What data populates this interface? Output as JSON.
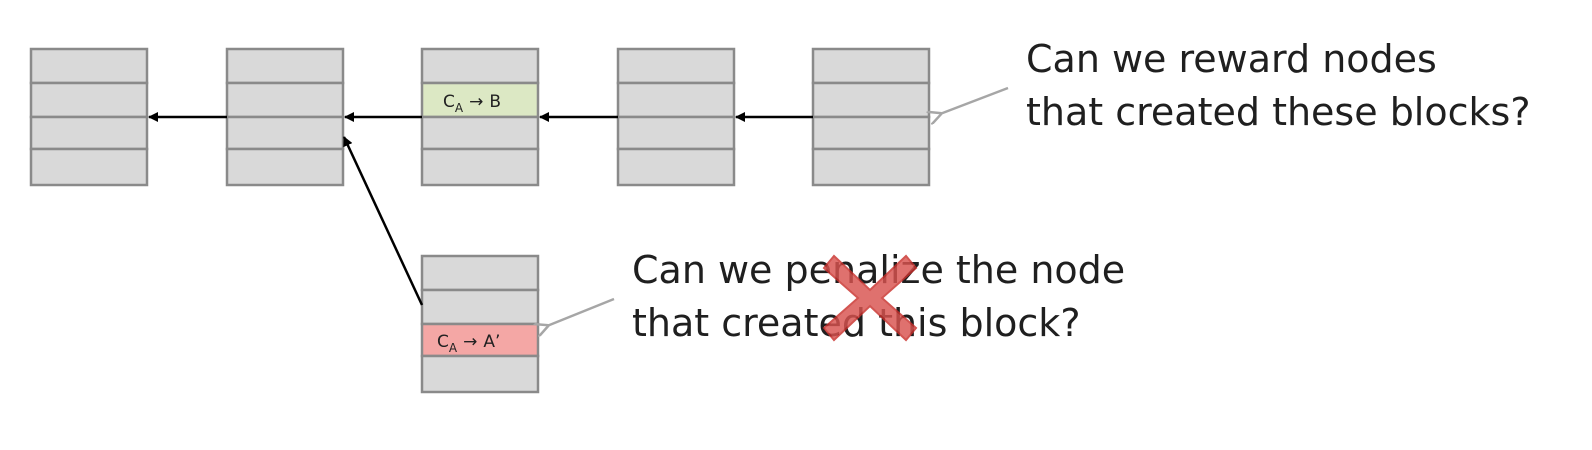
{
  "questions": {
    "reward": {
      "line1": "Can we reward nodes",
      "line2": "that created these blocks?"
    },
    "penalize": {
      "line1": "Can we penalize the node",
      "line2": "that created this block?"
    }
  },
  "transactions": {
    "valid": {
      "from": "C",
      "sub": "A",
      "arrow": "→",
      "to": "B"
    },
    "double_spend": {
      "from": "C",
      "sub": "A",
      "arrow": "→",
      "to": "A’"
    }
  },
  "icons": {
    "cross": "cross-icon",
    "chain_link": "arrow-left-icon",
    "callout": "pointer-arrow-icon"
  },
  "colors": {
    "valid_tx": "#dce8c4",
    "double_spend_tx": "#f4a7a5",
    "block": "#d9d9d9",
    "cross": "#d9534f"
  }
}
